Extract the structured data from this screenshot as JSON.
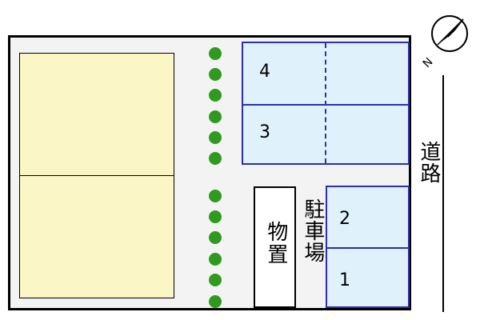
{
  "labels": {
    "storage": "物置",
    "parking": "駐車場",
    "road": "道路",
    "north": "N"
  },
  "parking_spaces": [
    {
      "number": "4"
    },
    {
      "number": "3"
    },
    {
      "number": "2"
    },
    {
      "number": "1"
    }
  ],
  "colors": {
    "building_fill": "#fbf6c6",
    "parking_fill": "#dff1fb",
    "parking_border": "#2b2fb0",
    "tree": "#2f9a1f",
    "lot_fill": "#f3f3f3"
  },
  "trees": {
    "count": 12
  }
}
